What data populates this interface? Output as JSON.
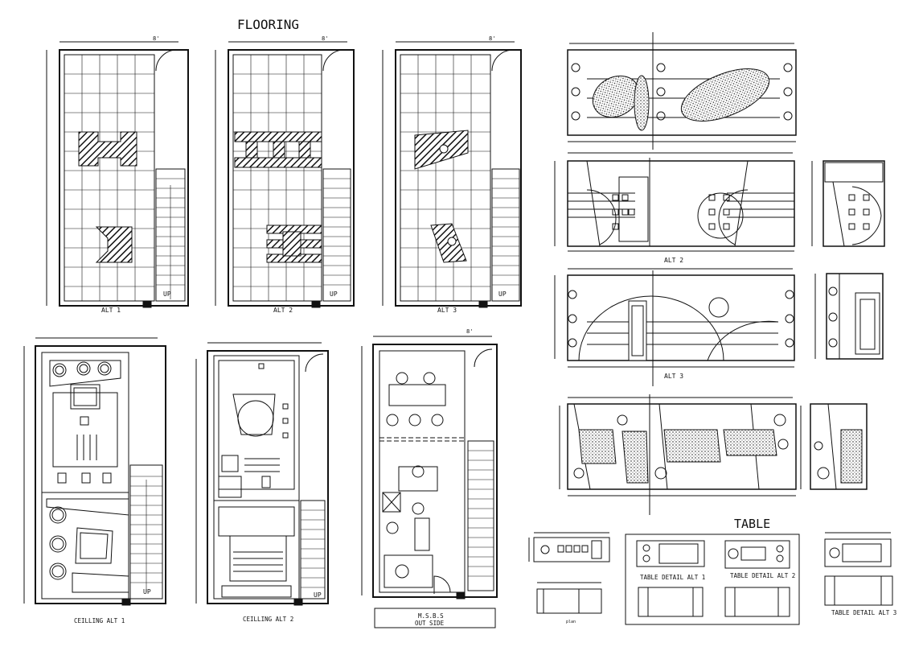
{
  "headings": {
    "flooring": "FLOORING",
    "table": "TABLE"
  },
  "floor_plans": [
    {
      "id": "alt1",
      "label": "ALT 1",
      "up": "UP",
      "dim_top": "8'"
    },
    {
      "id": "alt2",
      "label": "ALT 2",
      "up": "UP",
      "dim_top": "8'"
    },
    {
      "id": "alt3",
      "label": "ALT 3",
      "up": "UP",
      "dim_top": "8'"
    }
  ],
  "ceiling_plans": [
    {
      "id": "c1",
      "label": "CEILLING ALT 1",
      "up": "UP"
    },
    {
      "id": "c2",
      "label": "CEILLING ALT 2",
      "up": "UP"
    },
    {
      "id": "furn",
      "label_line1": "M.S.B.S",
      "label_line2": "OUT SIDE",
      "dim_top": "8'"
    }
  ],
  "elevations": {
    "alt2": "ALT 2",
    "alt3": "ALT 3"
  },
  "table_details": {
    "alt1": "TABLE DETAIL ALT 1",
    "alt2": "TABLE DETAIL ALT 2",
    "alt3": "TABLE DETAIL ALT 3",
    "plan_note": "plan"
  },
  "colors": {
    "ink": "#111111",
    "background": "#ffffff"
  }
}
